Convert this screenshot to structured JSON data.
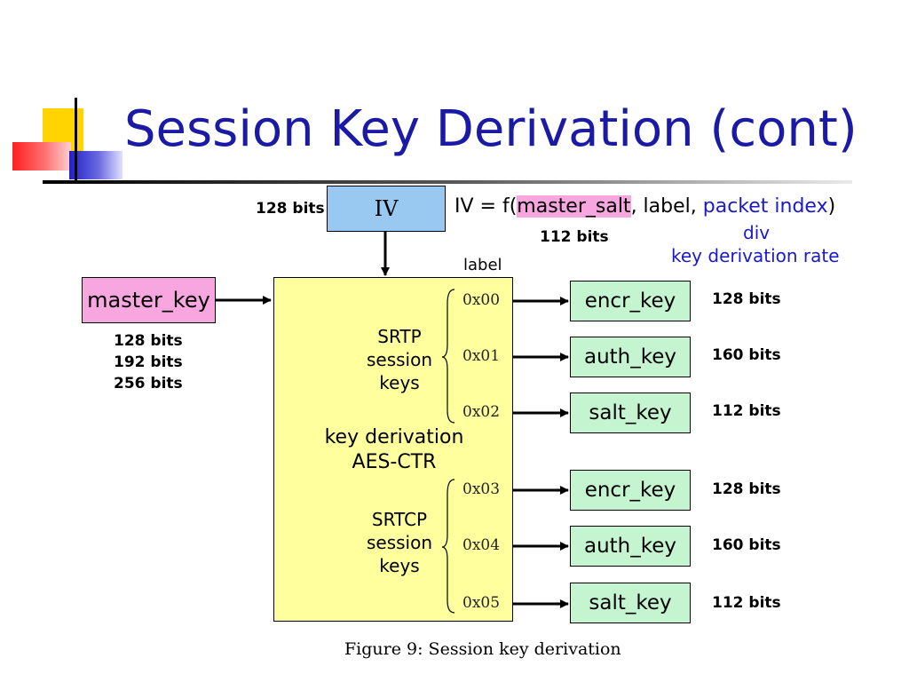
{
  "slide": {
    "title": "Session Key Derivation (cont)"
  },
  "diagram": {
    "iv": {
      "label": "IV",
      "size": "128 bits",
      "formula": {
        "prefix": "IV = f(",
        "master_salt": "master_salt",
        "middle": ", label, ",
        "packet_index": "packet index",
        "suffix": ")"
      },
      "salt_size": "112 bits",
      "div": "div",
      "rate": "key derivation rate"
    },
    "master_key": {
      "label": "master_key",
      "sizes": [
        "128 bits",
        "192 bits",
        "256 bits"
      ]
    },
    "kdf": {
      "line1": "key derivation",
      "line2": "AES-CTR",
      "label_header": "label",
      "srtp": [
        "SRTP",
        "session",
        "keys"
      ],
      "srtcp": [
        "SRTCP",
        "session",
        "keys"
      ]
    },
    "outputs": [
      {
        "label": "0x00",
        "key": "encr_key",
        "bits": "128 bits"
      },
      {
        "label": "0x01",
        "key": "auth_key",
        "bits": "160 bits"
      },
      {
        "label": "0x02",
        "key": "salt_key",
        "bits": "112 bits"
      },
      {
        "label": "0x03",
        "key": "encr_key",
        "bits": "128 bits"
      },
      {
        "label": "0x04",
        "key": "auth_key",
        "bits": "160 bits"
      },
      {
        "label": "0x05",
        "key": "salt_key",
        "bits": "112 bits"
      }
    ],
    "caption": "Figure 9: Session key derivation"
  },
  "colors": {
    "title": "#1a1aa6",
    "iv_box": "#99c8f0",
    "master_key_box": "#f7a6e0",
    "kdf_box": "#ffff9e",
    "key_box": "#c4f5d0",
    "blue_text": "#1a1ac8"
  }
}
